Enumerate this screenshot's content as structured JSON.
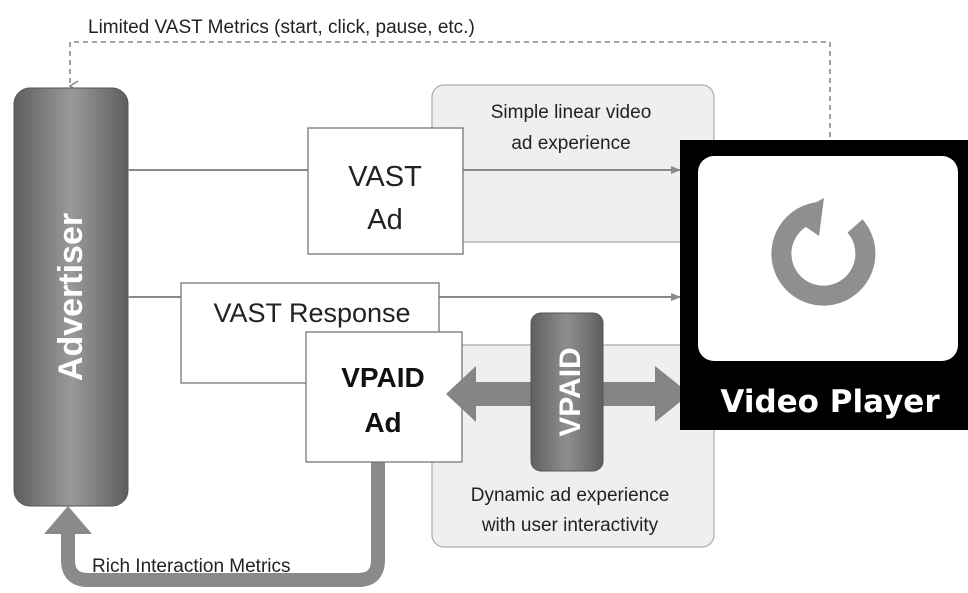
{
  "diagram": {
    "top_metrics_label": "Limited VAST Metrics (start, click, pause, etc.)",
    "advertiser_label": "Advertiser",
    "vast_ad_line1": "VAST",
    "vast_ad_line2": "Ad",
    "simple_caption_line1": "Simple linear video",
    "simple_caption_line2": "ad experience",
    "vast_response_label": "VAST Response",
    "vpaid_ad_line1": "VPAID",
    "vpaid_ad_line2": "Ad",
    "vpaid_bar_label": "VPAID",
    "dynamic_caption_line1": "Dynamic ad experience",
    "dynamic_caption_line2": "with user interactivity",
    "video_player_label": "Video Player",
    "rich_metrics_label": "Rich Interaction Metrics"
  },
  "icons": {
    "player": "replay-icon"
  },
  "colors": {
    "player_frame": "#000000",
    "panel_fill": "#efefef",
    "advertiser_fill": "#6e6e6e",
    "vpaid_bar_fill": "#707070",
    "arrow_gray": "#8a8a8a"
  }
}
